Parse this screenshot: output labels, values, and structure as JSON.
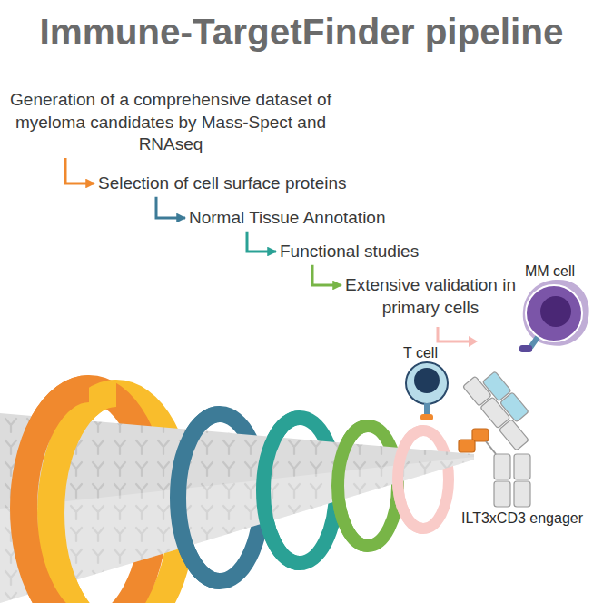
{
  "diagram": {
    "title": "Immune-TargetFinder pipeline",
    "nodes": [
      {
        "text": [
          "Generation of a comprehensive dataset of myeloma candidates by Mass-Spect and RNAseq"
        ]
      },
      {
        "text": [
          "Selection of cell surface proteins"
        ]
      },
      {
        "text": [
          "Normal Tissue Annotation"
        ]
      },
      {
        "text": [
          "Functional studies"
        ]
      },
      {
        "text": [
          "Extensive validation in primary cells"
        ]
      }
    ],
    "edges": [
      {
        "from": 0,
        "to": 1,
        "arrow": "to"
      },
      {
        "from": 1,
        "to": 2,
        "arrow": "to"
      },
      {
        "from": 2,
        "to": 3,
        "arrow": "to"
      },
      {
        "from": 3,
        "to": 4,
        "arrow": "to"
      }
    ],
    "labels": [
      "MM cell",
      "T cell",
      "ILT3xCD3 engager"
    ]
  }
}
